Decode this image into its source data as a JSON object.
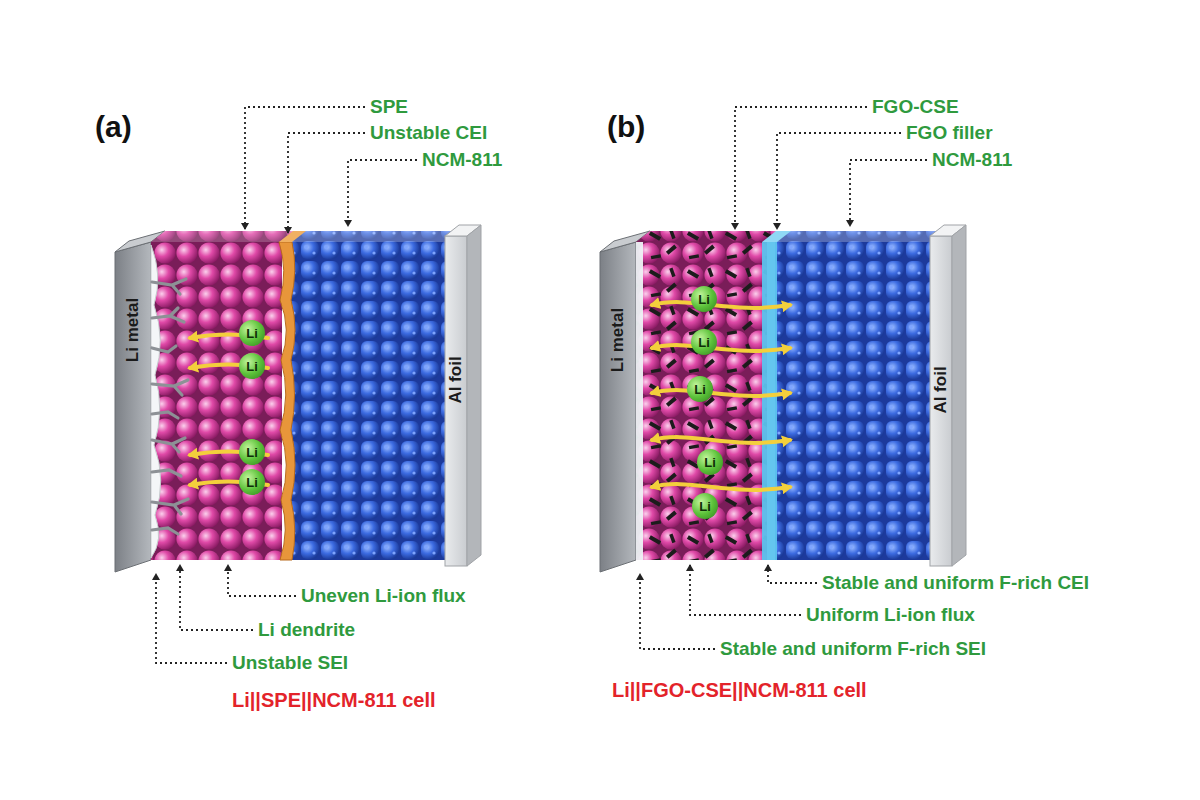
{
  "diagram": {
    "nodes": [
      {
        "text": [
          "Li metal"
        ]
      },
      {
        "text": [
          "Al foil"
        ]
      },
      {
        "text": [
          "Li"
        ]
      },
      {
        "text": [
          "Li"
        ]
      },
      {
        "text": [
          "Li"
        ]
      },
      {
        "text": [
          "Li"
        ]
      },
      {
        "text": [
          "Li metal"
        ]
      },
      {
        "text": [
          "Al foil"
        ]
      },
      {
        "text": [
          "Li"
        ]
      },
      {
        "text": [
          "Li"
        ]
      },
      {
        "text": [
          "Li"
        ]
      },
      {
        "text": [
          "Li"
        ]
      },
      {
        "text": [
          "Li"
        ]
      }
    ],
    "labels": [
      "(a)",
      "SPE",
      "Unstable CEI",
      "NCM-811",
      "Uneven Li-ion flux",
      "Li dendrite",
      "Unstable SEI",
      "Li||SPE||NCM-811 cell",
      "(b)",
      "FGO-CSE",
      "FGO filler",
      "NCM-811",
      "Stable and uniform F-rich CEI",
      "Uniform Li-ion flux",
      "Stable and uniform F-rich SEI",
      "Li||FGO-CSE||NCM-811 cell"
    ]
  }
}
